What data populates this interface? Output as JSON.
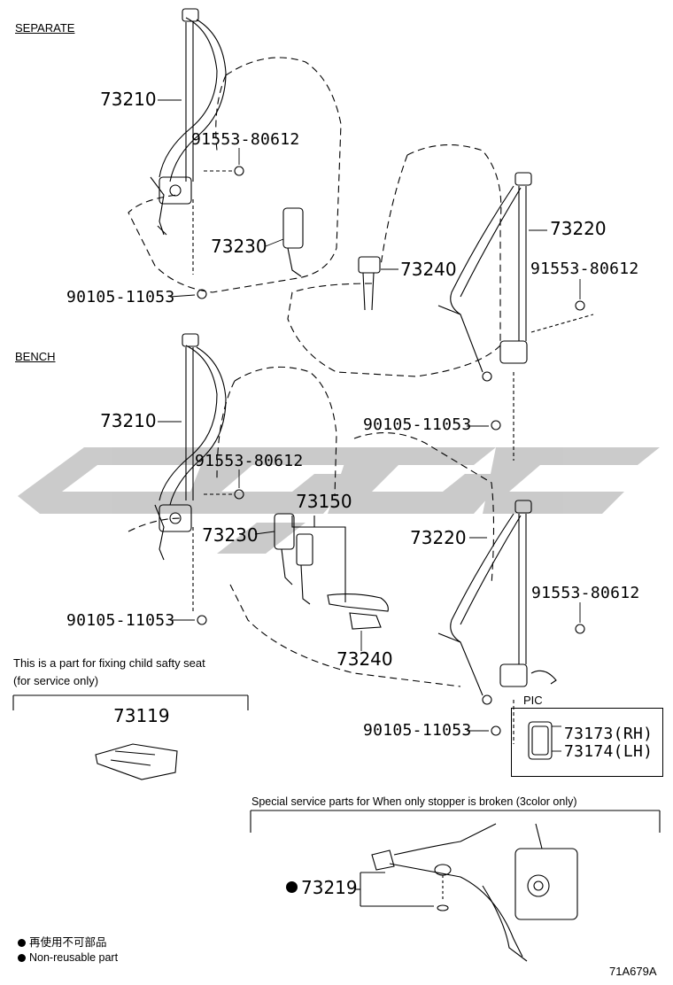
{
  "sections": {
    "separate": "SEPARATE",
    "bench": "BENCH"
  },
  "parts": {
    "p73210_a": "73210",
    "p91553_a": "91553-80612",
    "p73230_a": "73230",
    "p90105_a": "90105-11053",
    "p73240_a": "73240",
    "p73220_a": "73220",
    "p91553_b": "91553-80612",
    "p73210_b": "73210",
    "p91553_c": "91553-80612",
    "p73150": "73150",
    "p73230_b": "73230",
    "p90105_b": "90105-11053",
    "p73240_b": "73240",
    "p73220_b": "73220",
    "p91553_d": "91553-80612",
    "p90105_c": "90105-11053",
    "p90105_d": "90105-11053",
    "p73119": "73119",
    "p73173": "73173(RH)",
    "p73174": "73174(LH)",
    "p73219": "73219"
  },
  "notes": {
    "child_seat_line1": "This is a part for fixing child safty seat",
    "child_seat_line2": "(for service only)",
    "special_service": "Special service parts for When only stopper is broken (3color only)",
    "pic_label": "PIC",
    "legend_jp": "再使用不可部品",
    "legend_en": "Non-reusable part",
    "diagram_code": "71A679A"
  },
  "colors": {
    "watermark": "#c8c8c8",
    "line": "#000000"
  }
}
